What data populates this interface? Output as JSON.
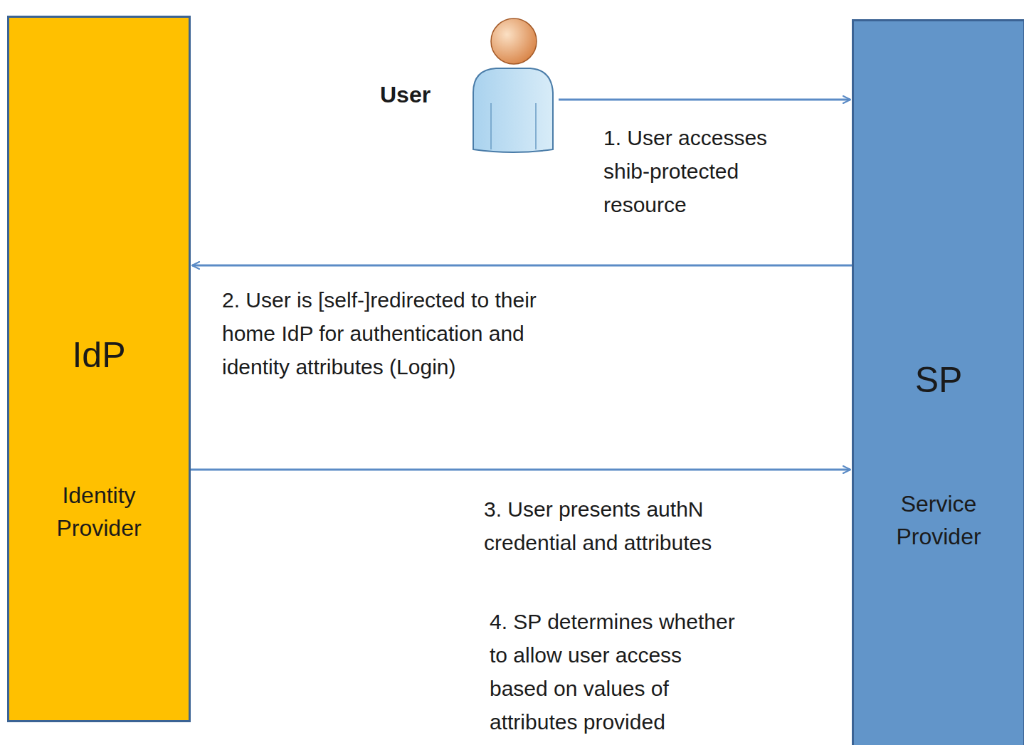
{
  "diagram": {
    "nodes": [
      {
        "text": [
          "User"
        ]
      },
      {
        "text": [
          "IdP",
          "Identity Provider"
        ]
      },
      {
        "text": [
          "SP",
          "Service Provider"
        ]
      }
    ],
    "edges": [
      {
        "from": 0,
        "to": 2,
        "arrow": "to",
        "label": "1. User accesses shib-protected resource"
      },
      {
        "from": 2,
        "to": 1,
        "arrow": "to",
        "label": "2. User is [self-]redirected to their home IdP for authentication and identity attributes (Login)"
      },
      {
        "from": 1,
        "to": 2,
        "arrow": "to",
        "label": "3. User presents authN credential and attributes"
      }
    ],
    "labels": [
      "4. SP determines whether to allow user access based on values of attributes provided"
    ]
  }
}
